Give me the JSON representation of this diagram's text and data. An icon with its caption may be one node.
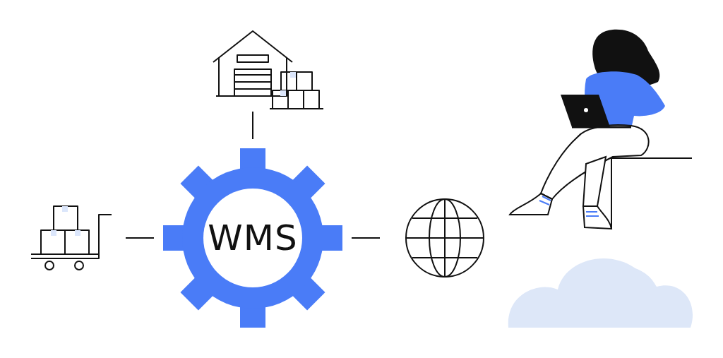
{
  "diagram": {
    "nodes": [
      {
        "text": [],
        "shape": "picture"
      },
      {
        "text": [],
        "shape": "picture"
      },
      {
        "text": [
          "WMS"
        ]
      },
      {
        "text": [],
        "shape": "picture"
      }
    ],
    "edges": [
      {
        "from": 2,
        "to": 0,
        "arrow": "none"
      },
      {
        "from": 1,
        "to": 2,
        "arrow": "none"
      },
      {
        "from": 2,
        "to": 3,
        "arrow": "none"
      }
    ]
  }
}
